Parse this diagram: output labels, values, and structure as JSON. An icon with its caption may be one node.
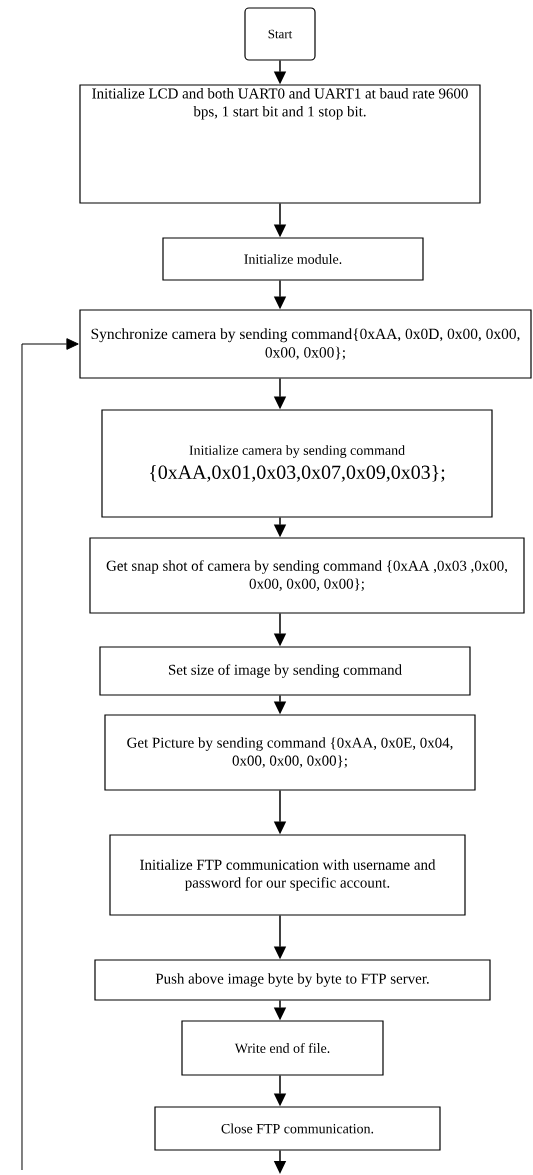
{
  "diagram": {
    "nodes": [
      {
        "text": [
          "Start"
        ]
      },
      {
        "text": [
          "Initialize LCD and both UART0 and UART1 at baud rate 9600 bps, 1 start bit and 1 stop bit."
        ]
      },
      {
        "text": [
          "Initialize module."
        ]
      },
      {
        "text": [
          "Synchronize camera by sending command{0xAA, 0x0D, 0x00, 0x00, 0x00, 0x00};"
        ]
      },
      {
        "text": [
          "Initialize camera by sending command",
          "{0xAA,0x01,0x03,0x07,0x09,0x03};"
        ]
      },
      {
        "text": [
          "Get snap shot of camera by sending command {0xAA ,0x03 ,0x00, 0x00, 0x00, 0x00};"
        ]
      },
      {
        "text": [
          "Set size of image by sending command"
        ]
      },
      {
        "text": [
          "Get Picture by sending command {0xAA, 0x0E, 0x04, 0x00, 0x00, 0x00};"
        ]
      },
      {
        "text": [
          "Initialize FTP communication with username and password for our specific account."
        ]
      },
      {
        "text": [
          "Push above image byte by byte to FTP server."
        ]
      },
      {
        "text": [
          "Write end of file."
        ]
      },
      {
        "text": [
          "Close FTP communication."
        ]
      }
    ],
    "edges": [
      {
        "from": 0,
        "to": 1,
        "arrow": "to"
      },
      {
        "from": 1,
        "to": 2,
        "arrow": "to"
      },
      {
        "from": 2,
        "to": 3,
        "arrow": "to"
      },
      {
        "from": 3,
        "to": 4,
        "arrow": "to"
      },
      {
        "from": 4,
        "to": 5,
        "arrow": "to"
      },
      {
        "from": 5,
        "to": 6,
        "arrow": "to"
      },
      {
        "from": 6,
        "to": 7,
        "arrow": "to"
      },
      {
        "from": 7,
        "to": 8,
        "arrow": "to"
      },
      {
        "from": 8,
        "to": 9,
        "arrow": "to"
      },
      {
        "from": 9,
        "to": 10,
        "arrow": "to"
      },
      {
        "from": 10,
        "to": 11,
        "arrow": "to"
      },
      {
        "from": 11,
        "to": null,
        "arrow": "to"
      },
      {
        "from": null,
        "to": 3,
        "arrow": "to"
      }
    ]
  }
}
